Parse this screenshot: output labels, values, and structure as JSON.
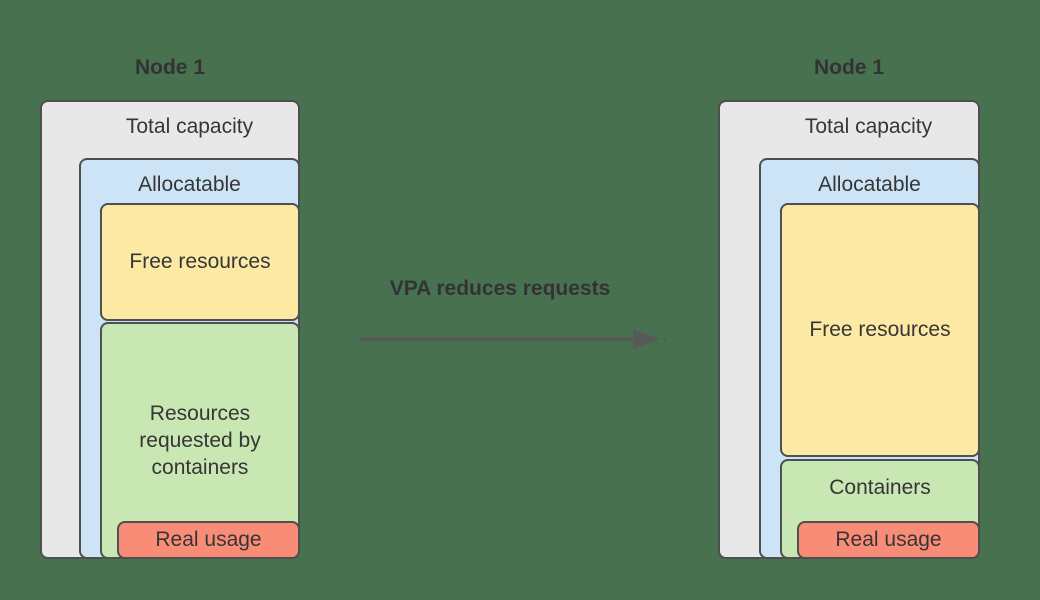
{
  "colors": {
    "background": "#47714f",
    "gray_fill": "#e8e8e8",
    "blue_fill": "#cce4f6",
    "yellow_fill": "#fce9a4",
    "green_fill": "#c8e7b2",
    "red_fill": "#f98c76",
    "border": "#4f4f4f",
    "title_text": "#333333",
    "label_text": "#363636",
    "arrow": "#595959"
  },
  "transition": {
    "label": "VPA reduces requests"
  },
  "left_node": {
    "title": "Node 1",
    "total_capacity": "Total capacity",
    "allocatable": "Allocatable",
    "free_resources": "Free resources",
    "requested_by_containers": "Resources\nrequested by\ncontainers",
    "real_usage": "Real usage"
  },
  "right_node": {
    "title": "Node 1",
    "total_capacity": "Total capacity",
    "allocatable": "Allocatable",
    "free_resources": "Free resources",
    "containers": "Containers",
    "real_usage": "Real usage"
  }
}
